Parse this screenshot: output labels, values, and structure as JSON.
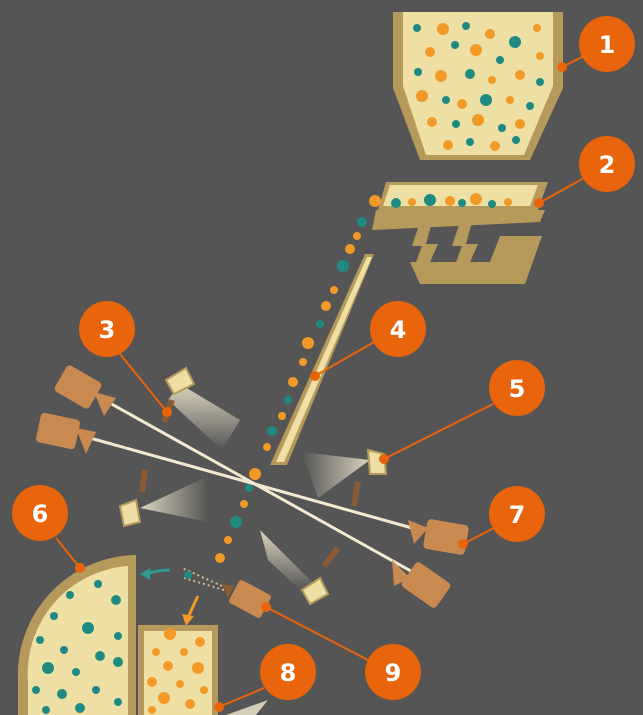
{
  "colors": {
    "background": "#555555",
    "callout": "#e8650c",
    "hopper": "#b69a5c",
    "hopper_fill": "#eedfa5",
    "orange_particle": "#f29a28",
    "teal_particle": "#1f8a82",
    "camera": "#c98a52",
    "beam": "#f3ead0",
    "ejector_arrow": "#2e9a94",
    "accept_arrow": "#f29a28"
  },
  "callouts": [
    {
      "id": "hopper",
      "label": "1"
    },
    {
      "id": "vibratory-feeder",
      "label": "2"
    },
    {
      "id": "top-light",
      "label": "3"
    },
    {
      "id": "chute",
      "label": "4"
    },
    {
      "id": "right-light",
      "label": "5"
    },
    {
      "id": "reject-bin",
      "label": "6"
    },
    {
      "id": "right-camera",
      "label": "7"
    },
    {
      "id": "accept-bin",
      "label": "8"
    },
    {
      "id": "ejector",
      "label": "9"
    }
  ]
}
